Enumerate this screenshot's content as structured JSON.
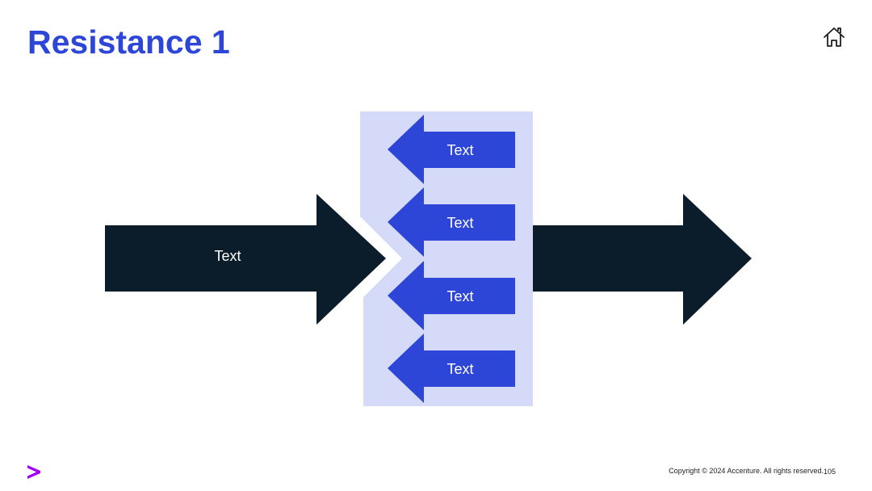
{
  "slide": {
    "title": "Resistance 1",
    "home_icon": "home-icon",
    "brand_icon": "chevron-right-icon"
  },
  "diagram": {
    "main_arrow_label": "Text",
    "resistance_arrow_labels": [
      "Text",
      "Text",
      "Text",
      "Text"
    ],
    "colors": {
      "dark_arrow": "#0b1c2b",
      "blue_arrow": "#2d46d8",
      "panel": "#d4daf8",
      "title": "#2d46d8",
      "brand": "#a100ff"
    }
  },
  "footer": {
    "copyright": "Copyright © 2024 Accenture. All rights reserved.",
    "page_number": "105"
  }
}
